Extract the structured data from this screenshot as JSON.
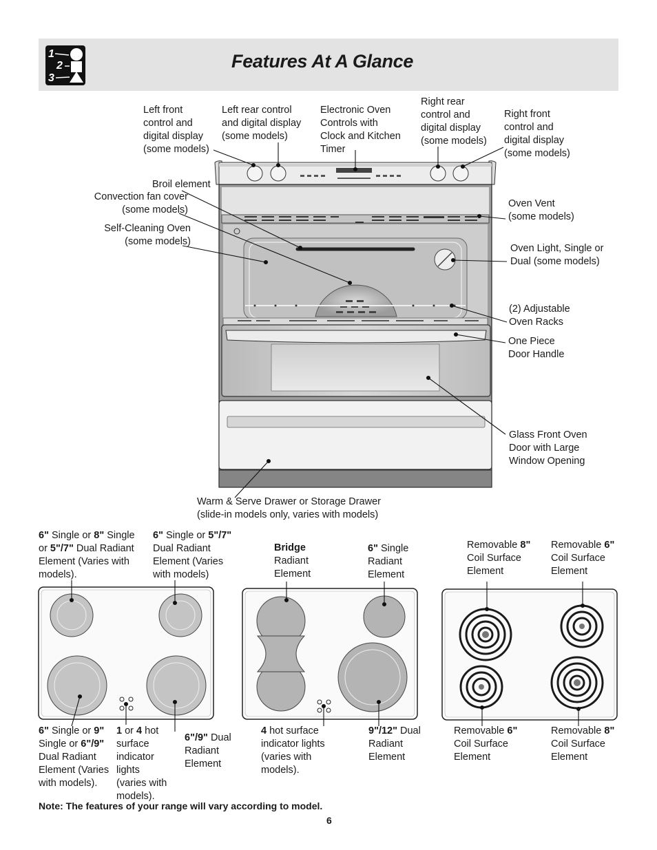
{
  "title": "Features At A Glance",
  "logo": {
    "num1": "1",
    "num2": "2",
    "num3": "3"
  },
  "range_labels": {
    "left_front": [
      "Left front",
      "control and",
      "digital display",
      "(some models)"
    ],
    "left_rear": [
      "Left rear control",
      "and digital display",
      "(some models)"
    ],
    "electronic": [
      "Electronic Oven",
      "Controls with",
      "Clock and Kitchen",
      "Timer"
    ],
    "right_rear": [
      "Right rear",
      "control and",
      "digital display",
      "(some models)"
    ],
    "right_front": [
      "Right front",
      "control and",
      "digital display",
      "(some models)"
    ],
    "broil": "Broil element",
    "convection": [
      "Convection fan cover",
      "(some models)"
    ],
    "self_cleaning": [
      "Self-Cleaning Oven",
      "(some models)"
    ],
    "oven_vent": [
      "Oven Vent",
      "(some models)"
    ],
    "oven_light": [
      "Oven Light, Single or",
      "Dual (some models)"
    ],
    "racks": [
      "(2) Adjustable",
      "Oven Racks"
    ],
    "handle": [
      "One Piece",
      "Door Handle"
    ],
    "glass_door": [
      "Glass Front Oven",
      "Door with Large",
      "Window Opening"
    ],
    "drawer": [
      "Warm & Serve Drawer or Storage Drawer",
      "(slide-in models only, varies with models)"
    ]
  },
  "cooktop1": {
    "top_left": {
      "b1": "6\"",
      "t1": " Single or ",
      "b2": "8\"",
      "t2": " Single",
      "t3": "or ",
      "b3": "5\"/7\"",
      "t4": " Dual Radiant",
      "l3": "Element (Varies with",
      "l4": "models)."
    },
    "top_right": {
      "b1": "6\"",
      "t1": " Single or ",
      "b2": "5\"/7\"",
      "l2": "Dual Radiant",
      "l3": "Element (Varies",
      "l4": "with models)"
    },
    "bottom_left": {
      "b1": "6\"",
      "t1": " Single or ",
      "b2": "9\"",
      "t2": "Single or ",
      "b3": "6\"/9\"",
      "l3": "Dual Radiant",
      "l4": "Element (Varies",
      "l5": "with models)."
    },
    "indicators": {
      "b1": "1",
      "t1": " or ",
      "b2": "4",
      "t2": " hot",
      "lines": [
        "surface",
        "indicator",
        "lights",
        "(varies with",
        "models)."
      ]
    },
    "bottom_right": {
      "b1": "6\"/9\"",
      "t1": " Dual",
      "l2": "Radiant",
      "l3": "Element"
    }
  },
  "cooktop2": {
    "bridge": {
      "b1": "Bridge",
      "l2": "Radiant",
      "l3": "Element"
    },
    "single6": {
      "b1": "6\"",
      "t1": " Single",
      "l2": "Radiant",
      "l3": "Element"
    },
    "indicators": {
      "b1": "4",
      "t1": " hot surface",
      "l2": "indicator lights",
      "l3": "(varies with",
      "l4": "models)."
    },
    "dual912": {
      "b1": "9\"/12\"",
      "t1": " Dual",
      "l2": "Radiant",
      "l3": "Element"
    }
  },
  "cooktop3": {
    "top_left": {
      "t1": "Removable ",
      "b1": "8\"",
      "l2": "Coil Surface",
      "l3": "Element"
    },
    "top_right": {
      "t1": "Removable ",
      "b1": "6\"",
      "l2": "Coil Surface",
      "l3": "Element"
    },
    "bottom_left": {
      "t1": "Removable ",
      "b1": "6\"",
      "l2": "Coil Surface",
      "l3": "Element"
    },
    "bottom_right": {
      "t1": "Removable ",
      "b1": "8\"",
      "l2": "Coil Surface",
      "l3": "Element"
    }
  },
  "note": "Note: The features of your range will vary according to model.",
  "page_number": "6"
}
